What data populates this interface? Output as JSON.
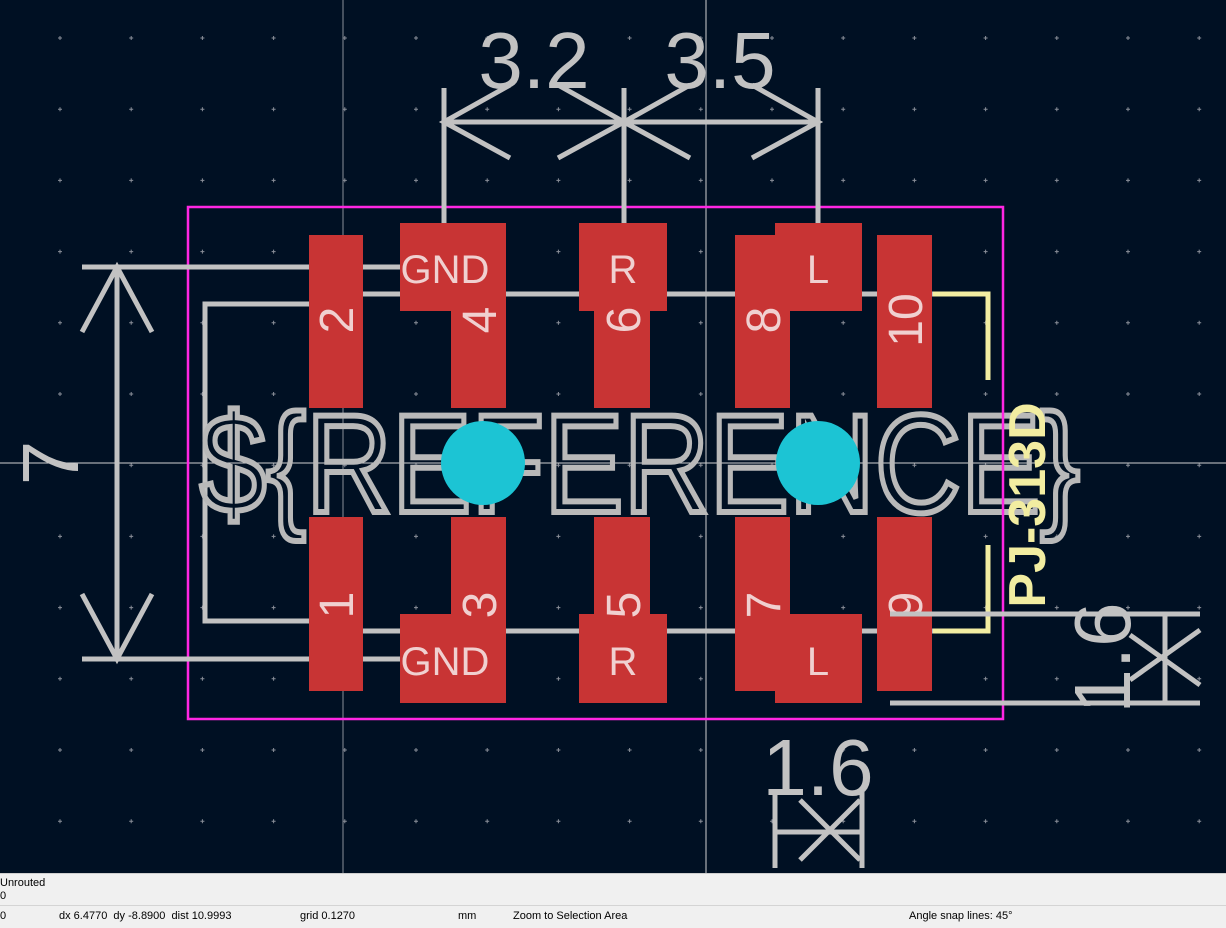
{
  "canvas": {
    "reference_text": "${REFERENCE}",
    "value_text": "PJ-313D",
    "pads_top": [
      {
        "number": "2",
        "net": ""
      },
      {
        "number": "4",
        "net": "GND"
      },
      {
        "number": "6",
        "net": "R"
      },
      {
        "number": "8",
        "net": "L"
      },
      {
        "number": "10",
        "net": ""
      }
    ],
    "pads_bottom": [
      {
        "number": "1",
        "net": ""
      },
      {
        "number": "3",
        "net": "GND"
      },
      {
        "number": "5",
        "net": "R"
      },
      {
        "number": "7",
        "net": "L"
      },
      {
        "number": "9",
        "net": ""
      }
    ],
    "dimensions": {
      "top_left": "3.2",
      "top_right": "3.5",
      "left": "7",
      "right": "1.6",
      "bottom": "1.6"
    },
    "colors": {
      "background": "#001023",
      "pad": "#c83434",
      "hole": "#1cc4d4",
      "courtyard": "#ff26e2",
      "silk": "#f2eda1",
      "fab": "#c2c2c2"
    }
  },
  "status": {
    "unrouted_label": "Unrouted",
    "unrouted_value": "0",
    "coord_tail": "0",
    "delta": "dx 6.4770  dy -8.8900  dist 10.9993",
    "grid": "grid 0.1270",
    "units": "mm",
    "action": "Zoom to Selection Area",
    "angle_snap": "Angle snap lines: 45°"
  }
}
